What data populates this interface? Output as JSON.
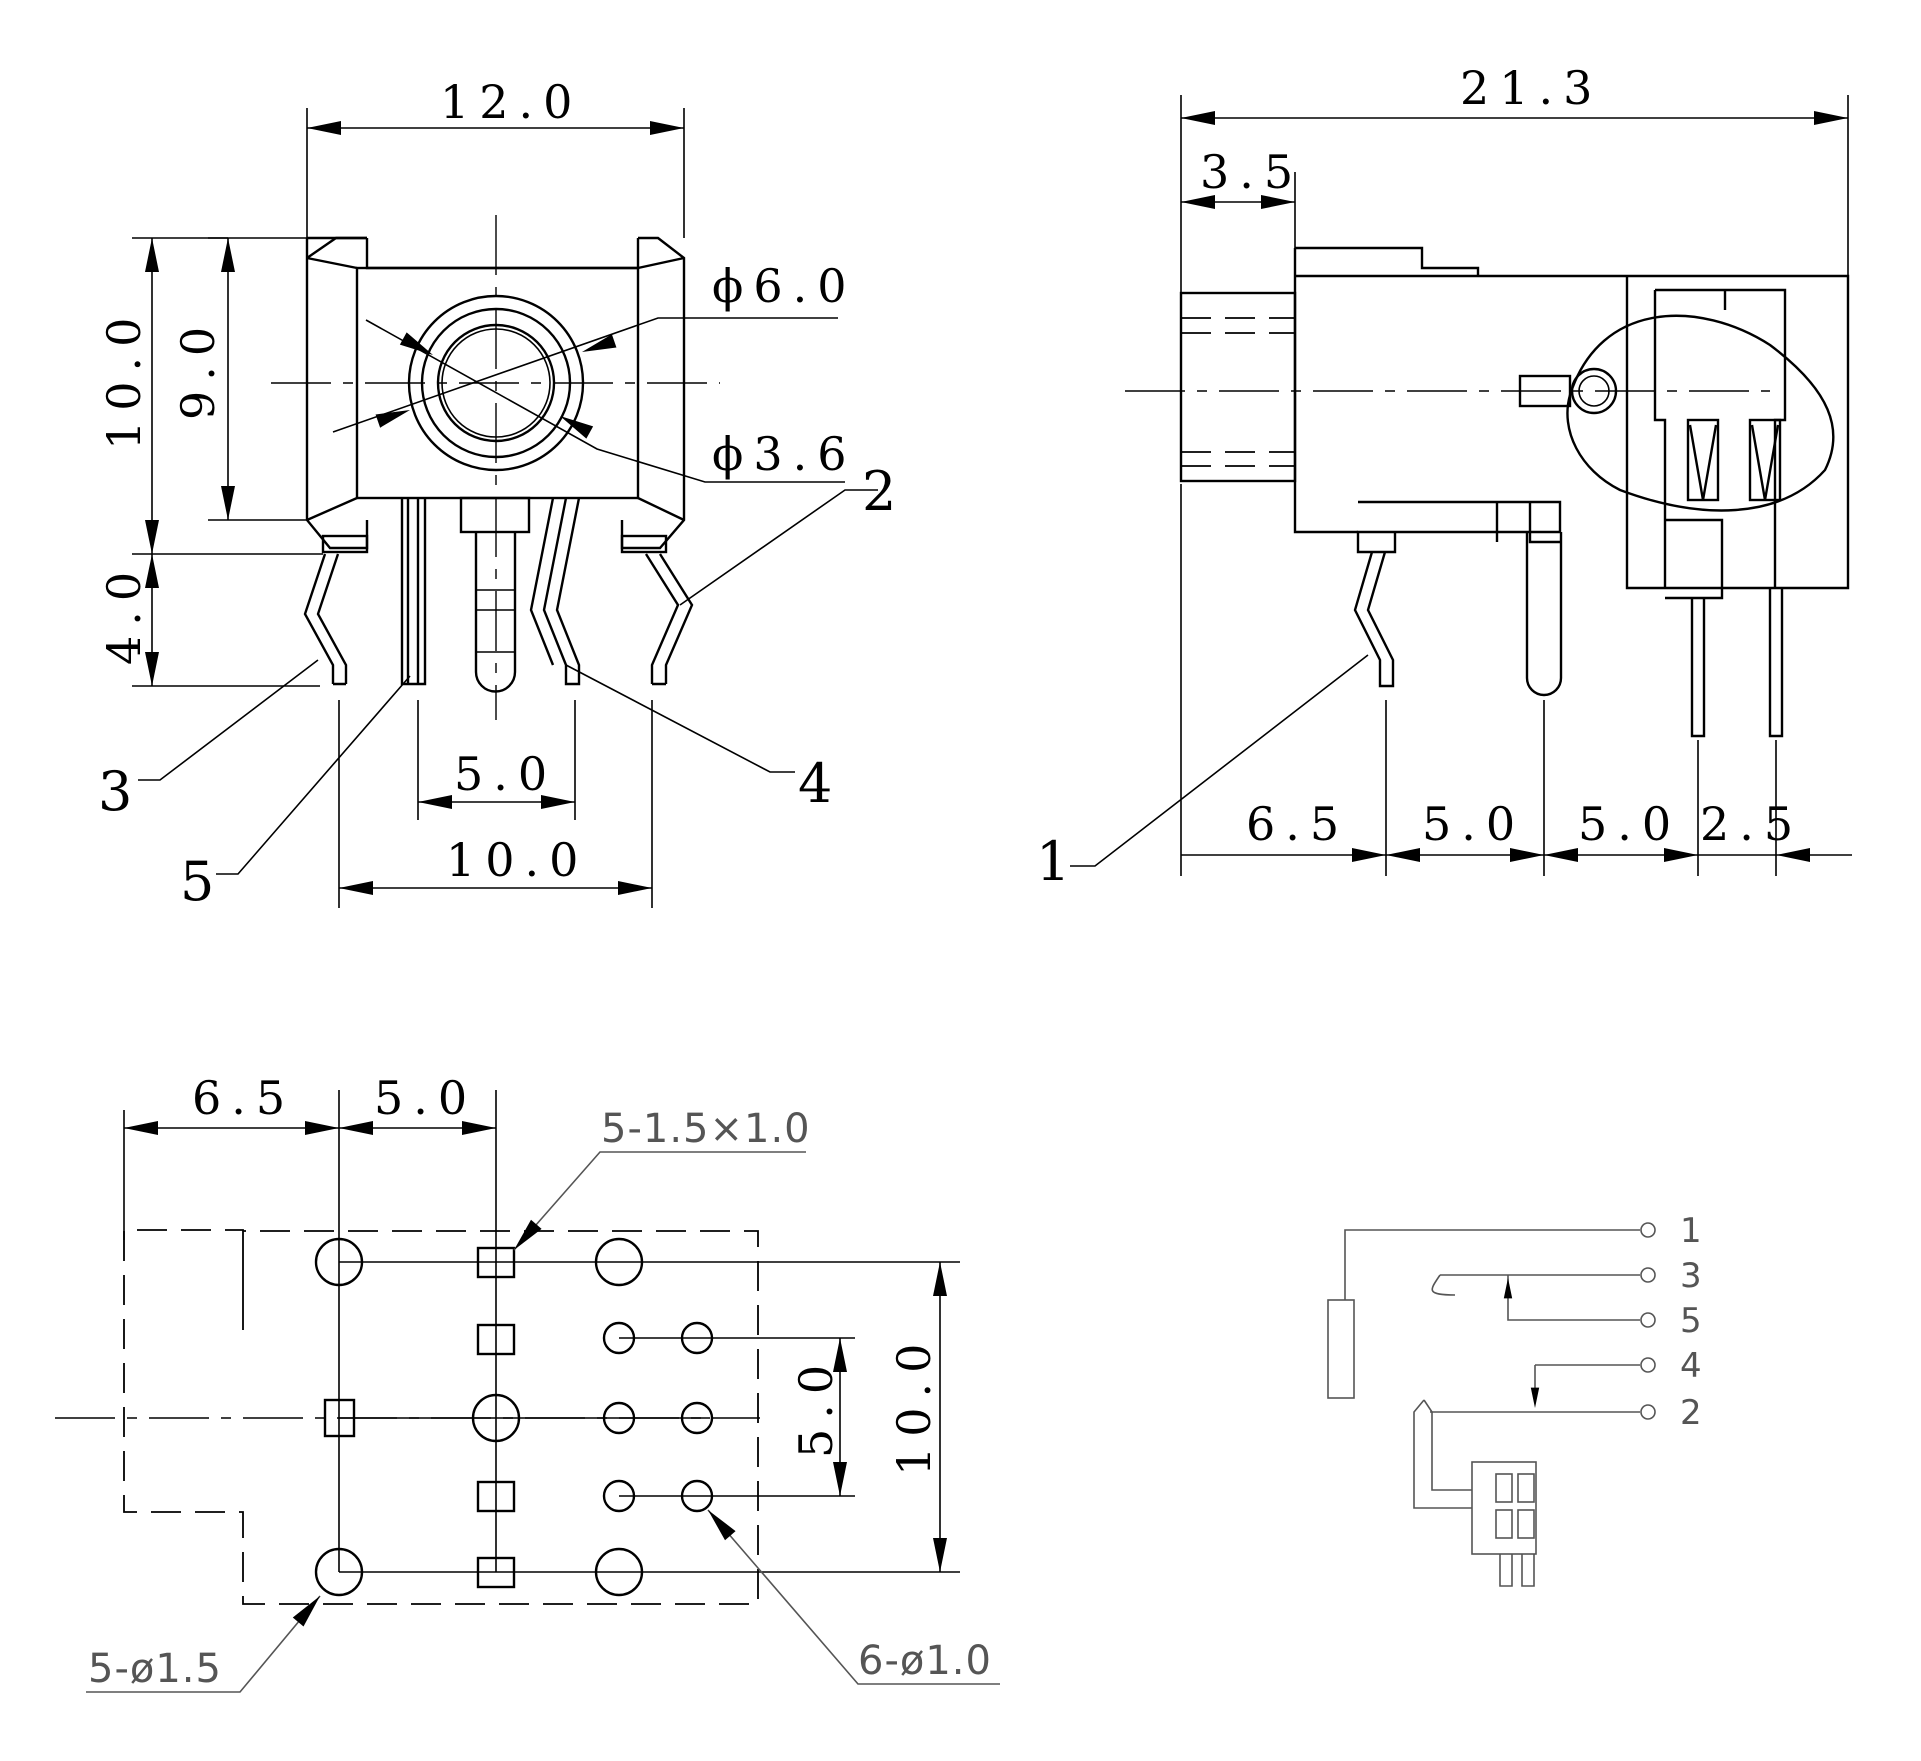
{
  "front_view": {
    "dims": {
      "width_top": "12.0",
      "height_outer": "10.0",
      "height_inner": "9.0",
      "pin_length": "4.0",
      "pin_spacing_inner": "5.0",
      "pin_spacing_outer": "10.0"
    },
    "diameters": {
      "outer": "ϕ6.0",
      "inner": "ϕ3.6"
    },
    "pin_labels": {
      "p2": "2",
      "p3": "3",
      "p4": "4",
      "p5": "5"
    }
  },
  "side_view": {
    "dims": {
      "length": "21.3",
      "nose": "3.5",
      "d1": "6.5",
      "d2": "5.0",
      "d3": "5.0",
      "d4": "2.5"
    },
    "pin_labels": {
      "p1": "1"
    }
  },
  "footprint": {
    "dims": {
      "d1": "6.5",
      "d2": "5.0",
      "v_inner": "5.0",
      "v_outer": "10.0"
    },
    "notes": {
      "slots": "5-1.5×1.0",
      "big_holes": "5-ø1.5",
      "small_holes": "6-ø1.0"
    }
  },
  "schematic": {
    "pins": [
      "1",
      "3",
      "5",
      "4",
      "2"
    ]
  }
}
